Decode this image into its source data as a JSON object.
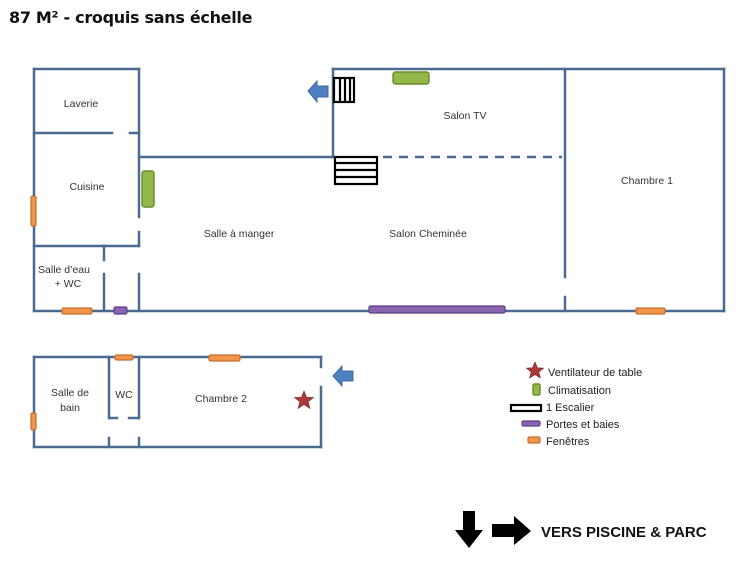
{
  "title": "87 M² - croquis sans échelle",
  "rooms": {
    "laverie": "Laverie",
    "cuisine": "Cuisine",
    "salle_eau_line1": "Salle d’eau",
    "salle_eau_line2": "+ WC",
    "salle_a_manger": "Salle à manger",
    "salon_tv": "Salon TV",
    "salon_cheminee": "Salon Cheminée",
    "chambre1": "Chambre 1",
    "salle_bain_line1": "Salle de",
    "salle_bain_line2": "bain",
    "wc": "WC",
    "chambre2": "Chambre 2"
  },
  "legend": {
    "items": [
      {
        "symbol": "star-icon",
        "label": "Ventilateur de table"
      },
      {
        "symbol": "ac-unit-icon",
        "label": "Climatisation"
      },
      {
        "symbol": "stair-icon",
        "label": "1 Escalier"
      },
      {
        "symbol": "door-icon",
        "label": "Portes et baies"
      },
      {
        "symbol": "window-icon",
        "label": "Fenêtres"
      }
    ]
  },
  "direction": {
    "label": "VERS PISCINE & PARC",
    "icons": [
      "arrow-down-icon",
      "arrow-right-icon"
    ]
  },
  "colors": {
    "wall": "#4a6a8f",
    "window": "#f0954a",
    "door": "#8a64b0",
    "ac": "#93b84a",
    "entry_arrow": "#4f7fc0",
    "fan_star": "#a83a3a"
  }
}
